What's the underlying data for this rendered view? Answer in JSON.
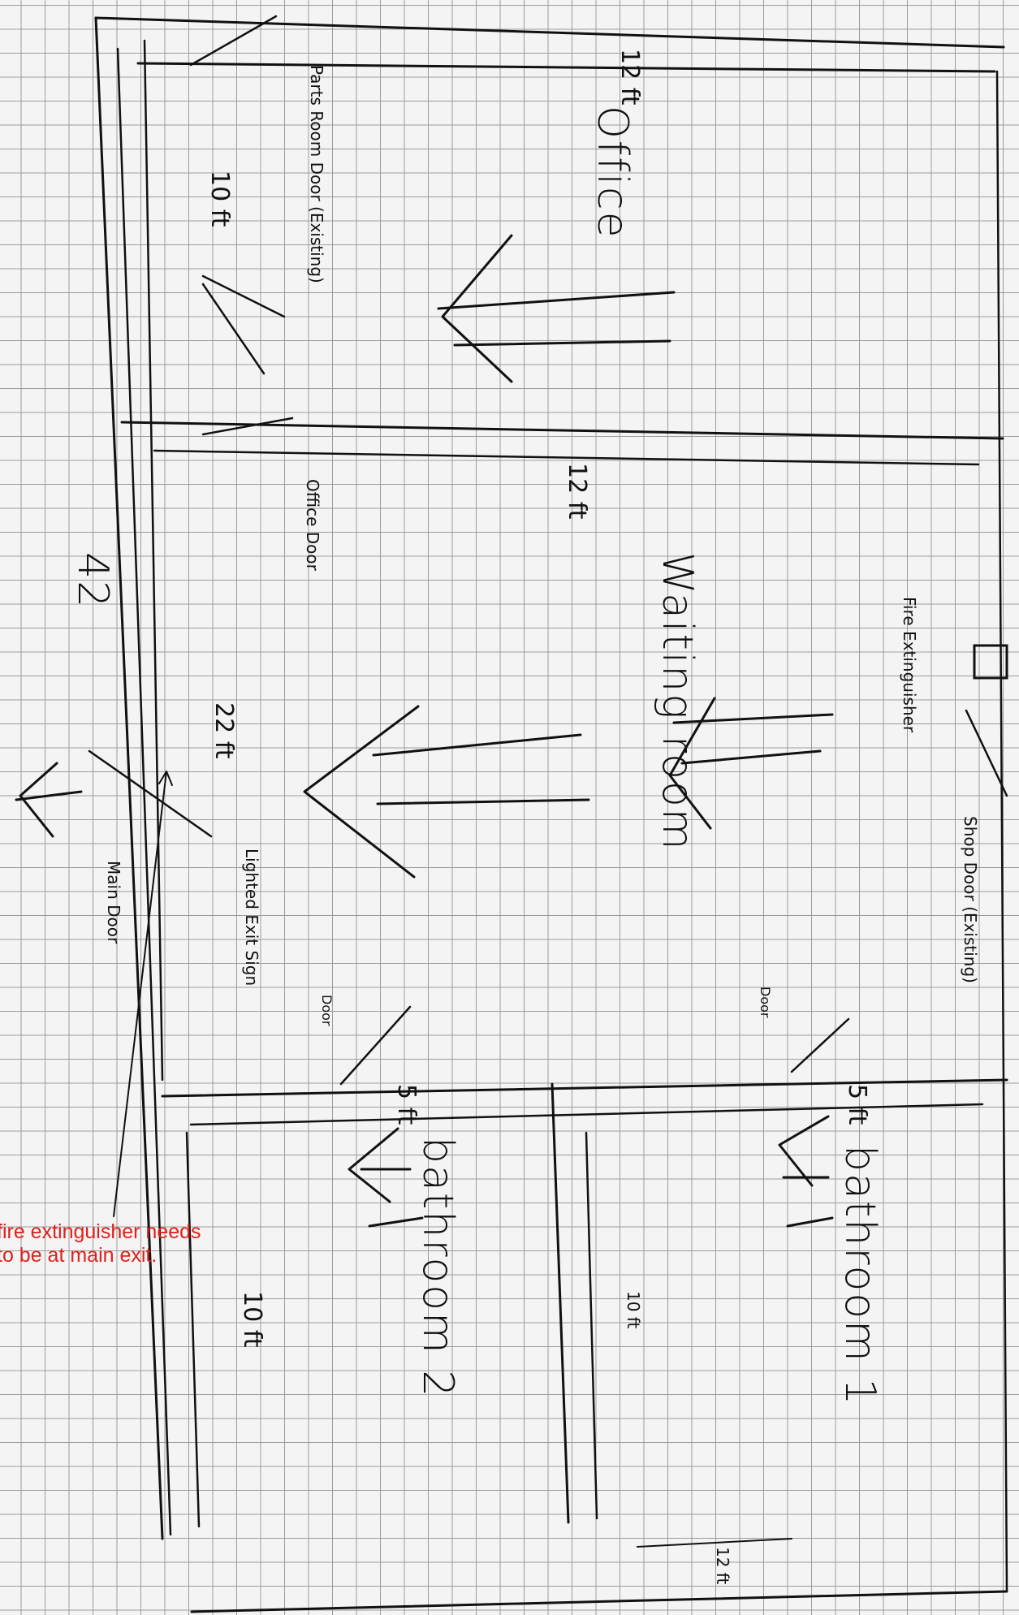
{
  "rooms": {
    "office": {
      "name": "Office",
      "dimension": "12 ft"
    },
    "waiting_room": {
      "name": "Waiting room",
      "dimension": "12 ft"
    },
    "bathroom_1": {
      "name": "bathroom 1",
      "dimension": "5 ft"
    },
    "bathroom_2": {
      "name": "bathroom 2",
      "dimension": "5 ft"
    }
  },
  "dimensions": {
    "office_length": "10 ft",
    "waiting_length": "22 ft",
    "total_length": "42",
    "bathroom_2_length": "10 ft",
    "bathroom_1_length": "10 ft",
    "bathroom_1_width": "12 ft"
  },
  "labels": {
    "parts_room_door": "Parts Room Door (Existing)",
    "office_door": "Office Door",
    "shop_door": "Shop Door (Existing)",
    "fire_extinguisher": "Fire Extinguisher",
    "lighted_exit_sign": "Lighted Exit Sign",
    "main_door": "Main Door",
    "bath2_door": "Door",
    "bath1_door": "Door"
  },
  "annotation": {
    "text": "fire extinguisher needs to be at main exit.",
    "color": "#e0201c"
  }
}
